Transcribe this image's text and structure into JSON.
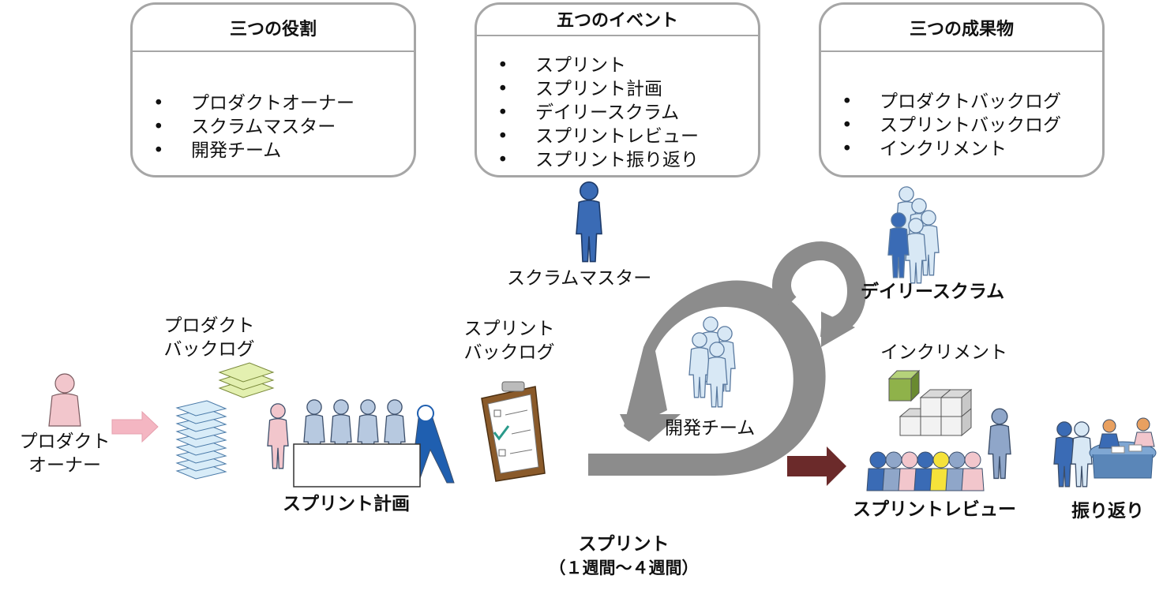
{
  "boxes": {
    "roles": {
      "title": "三つの役割",
      "items": [
        "プロダクトオーナー",
        "スクラムマスター",
        "開発チーム"
      ]
    },
    "events": {
      "title": "五つのイベント",
      "items": [
        "スプリント",
        "スプリント計画",
        "デイリースクラム",
        "スプリントレビュー",
        "スプリント振り返り"
      ]
    },
    "artifacts": {
      "title": "三つの成果物",
      "items": [
        "プロダクトバックログ",
        "スプリントバックログ",
        "インクリメント"
      ]
    }
  },
  "bullet": "•",
  "labels": {
    "product_owner_1": "プロダクト",
    "product_owner_2": "オーナー",
    "product_backlog_1": "プロダクト",
    "product_backlog_2": "バックログ",
    "sprint_planning": "スプリント計画",
    "sprint_backlog_1": "スプリント",
    "sprint_backlog_2": "バックログ",
    "scrum_master": "スクラムマスター",
    "dev_team": "開発チーム",
    "daily_scrum": "デイリースクラム",
    "increment": "インクリメント",
    "sprint_review": "スプリントレビュー",
    "retrospective": "振り返り",
    "sprint_1": "スプリント",
    "sprint_2": "（１週間～４週間）"
  },
  "colors": {
    "box_border": "#a6a6a6",
    "cycle_arrow": "#8c8c8c",
    "pink_arrow": "#f4b6c2",
    "dark_arrow": "#6b2a2a",
    "person_blue": "#3a6bb5",
    "person_light": "#a9c3e0",
    "person_pink": "#f2c6cc",
    "person_yellow": "#f5e23a"
  },
  "icons": [
    "person-icon",
    "document-stack-icon",
    "clipboard-icon",
    "cube-stack-icon",
    "cycle-arrow-icon"
  ]
}
